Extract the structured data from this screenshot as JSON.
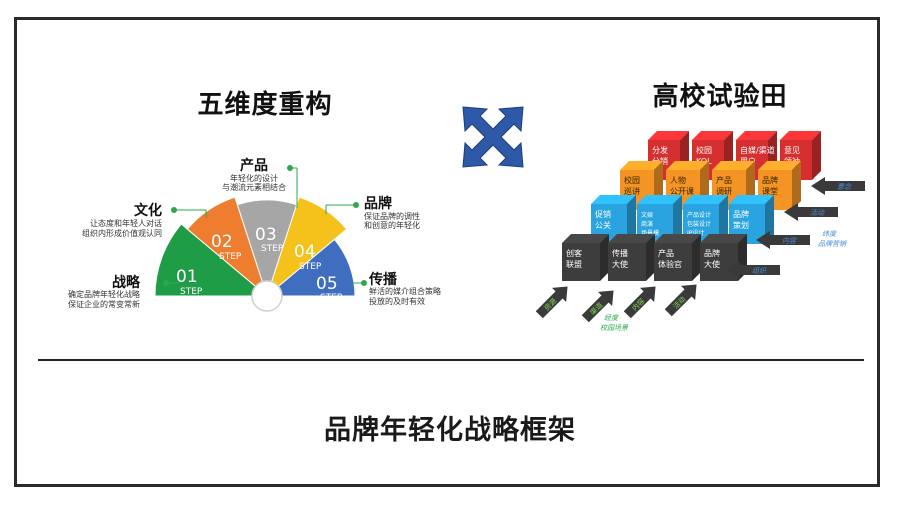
{
  "left_title": "五维度重构",
  "right_title": "高校试验田",
  "bottom_title": "品牌年轻化战略框架",
  "fan_segments": [
    {
      "num": "01",
      "step": "STEP",
      "color": "#1e9c46"
    },
    {
      "num": "02",
      "step": "STEP",
      "color": "#ee7d2f"
    },
    {
      "num": "03",
      "step": "STEP",
      "color": "#a6a6a6"
    },
    {
      "num": "04",
      "step": "STEP",
      "color": "#f4c21b"
    },
    {
      "num": "05",
      "step": "STEP",
      "color": "#3f6ec1"
    }
  ],
  "fan_labels": [
    {
      "title": "战略",
      "line1": "确定品牌年轻化战略",
      "line2": "保证企业的常变常新"
    },
    {
      "title": "文化",
      "line1": "让态度和年轻人对话",
      "line2": "组织内形成价值观认同"
    },
    {
      "title": "产品",
      "line1": "年轻化的设计",
      "line2": "与潮流元素相结合"
    },
    {
      "title": "品牌",
      "line1": "保证品牌的调性",
      "line2": "和创意的年轻化"
    },
    {
      "title": "传播",
      "line1": "鲜活的媒介组合策略",
      "line2": "投放的及时有效"
    }
  ],
  "colors": {
    "red": "#d62f2f",
    "orange": "#f39425",
    "blue": "#29a4e0",
    "dark": "#3d3d3d",
    "arrow": "#3a3a3a",
    "arrow_label": "#4a90d9",
    "green_label": "#2fa84a",
    "x_icon": "#2e58a8"
  },
  "cubes": {
    "red": [
      {
        "line1": "分发",
        "line2": "分销"
      },
      {
        "line1": "校园",
        "line2": "KOL"
      },
      {
        "line1": "自媒/渠道",
        "line2": "用户"
      },
      {
        "line1": "意见",
        "line2": "领袖"
      }
    ],
    "orange": [
      {
        "line1": "校园",
        "line2": "巡讲"
      },
      {
        "line1": "人物",
        "line2": "公开课"
      },
      {
        "line1": "产品",
        "line2": "调研"
      },
      {
        "line1": "品牌",
        "line2": "课堂"
      }
    ],
    "blue": [
      {
        "line1": "促销",
        "line2": "公关"
      },
      {
        "line1": "文娱",
        "line2": "商演",
        "line3": "场景模"
      },
      {
        "line1": "产品设计",
        "line2": "包装设计",
        "line3": "IP设计"
      },
      {
        "line1": "品牌",
        "line2": "策划"
      }
    ],
    "dark": [
      {
        "line1": "创客",
        "line2": "联盟"
      },
      {
        "line1": "传播",
        "line2": "大使"
      },
      {
        "line1": "产品",
        "line2": "体验官"
      },
      {
        "line1": "品牌",
        "line2": "大使"
      }
    ]
  },
  "side_arrows": [
    "意念",
    "活动",
    "内容",
    "组织"
  ],
  "side_caption": {
    "line1": "纬度",
    "line2": "品牌营销"
  },
  "bottom_arrows": [
    "资源",
    "渠道",
    "内容",
    "活动"
  ],
  "bottom_caption": {
    "line1": "经度",
    "line2": "校园场景"
  }
}
